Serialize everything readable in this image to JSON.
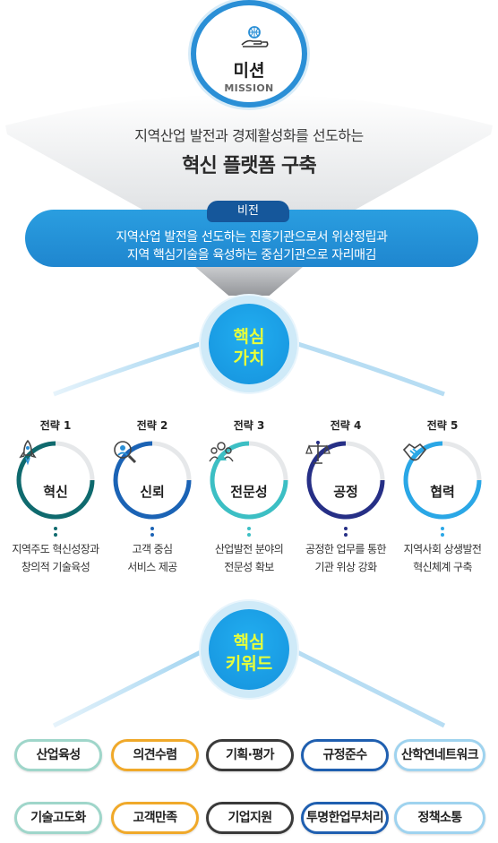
{
  "mission": {
    "title": "미션",
    "subtitle": "MISSION",
    "line1": "지역산업 발전과 경제활성화를 선도하는",
    "line2": "혁신 플랫폼 구축",
    "icon": "hand-globe-icon"
  },
  "vision": {
    "tab": "비전",
    "line1": "지역산업 발전을 선도하는 진흥기관으로서 위상정립과",
    "line2": "지역 핵심기술을 육성하는 중심기관으로 자리매김"
  },
  "core_values": {
    "line1": "핵심",
    "line2": "가치"
  },
  "strategies": [
    {
      "label": "전략 1",
      "name": "혁신",
      "desc1": "지역주도 혁신성장과",
      "desc2": "창의적 기술육성",
      "color": "#0f6a6e",
      "icon": "rocket-icon"
    },
    {
      "label": "전략 2",
      "name": "신뢰",
      "desc1": "고객 중심",
      "desc2": "서비스 제공",
      "color": "#1b63b5",
      "icon": "person-magnifier-icon"
    },
    {
      "label": "전략 3",
      "name": "전문성",
      "desc1": "산업발전 분야의",
      "desc2": "전문성 확보",
      "color": "#3cbfc4",
      "icon": "team-icon"
    },
    {
      "label": "전략 4",
      "name": "공정",
      "desc1": "공정한 업무를 통한",
      "desc2": "기관 위상 강화",
      "color": "#262f86",
      "icon": "scales-icon"
    },
    {
      "label": "전략 5",
      "name": "협력",
      "desc1": "지역사회 상생발전",
      "desc2": "혁신체계 구축",
      "color": "#2aa7e6",
      "icon": "handshake-icon"
    }
  ],
  "core_keywords": {
    "line1": "핵심",
    "line2": "키워드"
  },
  "keywords": [
    {
      "label": "산업육성",
      "color": "#9fd6ca"
    },
    {
      "label": "의견수렴",
      "color": "#f0a92a"
    },
    {
      "label": "기획·평가",
      "color": "#3a3a3a"
    },
    {
      "label": "규정준수",
      "color": "#1f5fb0"
    },
    {
      "label": "산학연네트워크",
      "color": "#9fd3ef"
    },
    {
      "label": "기술고도화",
      "color": "#9fd6ca"
    },
    {
      "label": "고객만족",
      "color": "#f0a92a"
    },
    {
      "label": "기업지원",
      "color": "#3a3a3a"
    },
    {
      "label": "투명한업무처리",
      "color": "#1f5fb0"
    },
    {
      "label": "정책소통",
      "color": "#9fd3ef"
    }
  ]
}
